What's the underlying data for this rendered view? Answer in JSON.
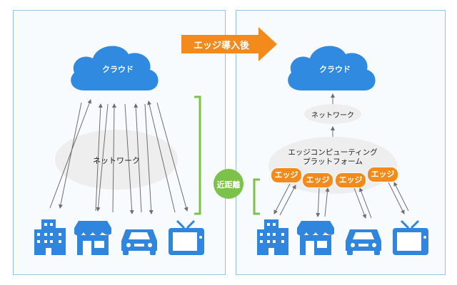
{
  "before": {
    "cloud_label": "クラウド",
    "network_label": "ネットワーク"
  },
  "transition": {
    "arrow_label": "エッジ導入後"
  },
  "proximity_badge": "近距離",
  "after": {
    "cloud_label": "クラウド",
    "network_label": "ネットワーク",
    "platform_label_line1": "エッジコンピューティング",
    "platform_label_line2": "プラットフォーム",
    "edge_chips": [
      "エッジ",
      "エッジ",
      "エッジ",
      "エッジ"
    ]
  },
  "devices": [
    "building-icon",
    "store-icon",
    "car-icon",
    "tv-icon"
  ],
  "colors": {
    "accent_blue": "#2f86dc",
    "cloud_blue": "#2f8ae0",
    "orange": "#f28a1c",
    "green_bracket": "#7cc24a",
    "network_gray": "#eeeeee"
  }
}
